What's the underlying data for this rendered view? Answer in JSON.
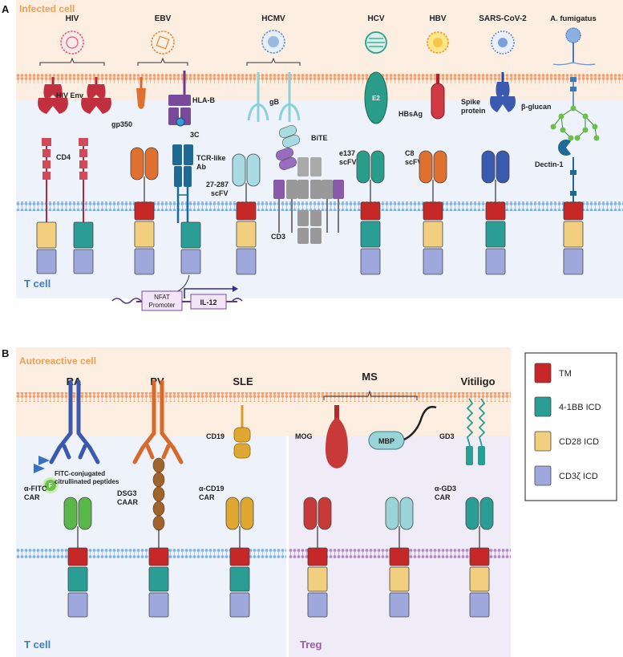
{
  "panel_a": {
    "letter": "A",
    "top_label": "Infected cell",
    "bottom_label": "T cell",
    "pathogens": [
      "HIV",
      "EBV",
      "HCMV",
      "HCV",
      "HBV",
      "SARS-CoV-2",
      "A. fumigatus"
    ],
    "antigens": {
      "hiv_env": "HIV Env",
      "gp350": "gp350",
      "hla_b": "HLA-B",
      "three_c": "3C",
      "gb": "gB",
      "bite": "BiTE",
      "e2": "E2",
      "hbsag": "HBsAg",
      "spike": [
        "Spike",
        "protein"
      ],
      "beta_glucan": "β-glucan"
    },
    "receptors": {
      "cd4": "CD4",
      "tcr_like": [
        "TCR-like",
        "Ab"
      ],
      "scfv_27_287": [
        "27-287",
        "scFV"
      ],
      "cd3": "CD3",
      "e137": [
        "e137",
        "scFV"
      ],
      "c8": [
        "C8",
        "scFV"
      ],
      "dectin": "Dectin-1"
    },
    "nfat_promoter": [
      "NFAT",
      "Promoter"
    ],
    "il12": "IL-12"
  },
  "panel_b": {
    "letter": "B",
    "top_label": "Autoreactive cell",
    "tcell_label": "T cell",
    "treg_label": "Treg",
    "diseases": [
      "RA",
      "PV",
      "SLE",
      "MS",
      "Vitiligo"
    ],
    "fitc_peptides": [
      "FITC-conjugated",
      "citrullinated peptides"
    ],
    "fitc_letter": "F",
    "antigens": {
      "cd19": "CD19",
      "mog": "MOG",
      "mbp": "MBP",
      "gd3": "GD3"
    },
    "receptors": {
      "a_fitc": [
        "α-FITC",
        "CAR"
      ],
      "dsg3": [
        "DSG3",
        "CAAR"
      ],
      "a_cd19": [
        "α-CD19",
        "CAR"
      ],
      "a_gd3": [
        "α-GD3",
        "CAR"
      ]
    }
  },
  "legend": [
    {
      "label": "TM",
      "color": "#c62828"
    },
    {
      "label": "4-1BB ICD",
      "color": "#2a9d95"
    },
    {
      "label": "CD28 ICD",
      "color": "#f1cf7f"
    },
    {
      "label": "CD3ζ ICD",
      "color": "#9fa8dc"
    }
  ],
  "colors": {
    "infected_bg": "#fdeee2",
    "tcell_bg": "#eef3fb",
    "treg_bg": "#f0ecf7",
    "orange_label": "#f0a050",
    "blue_label": "#3a7ec8",
    "purple_label": "#9a5aa8"
  }
}
